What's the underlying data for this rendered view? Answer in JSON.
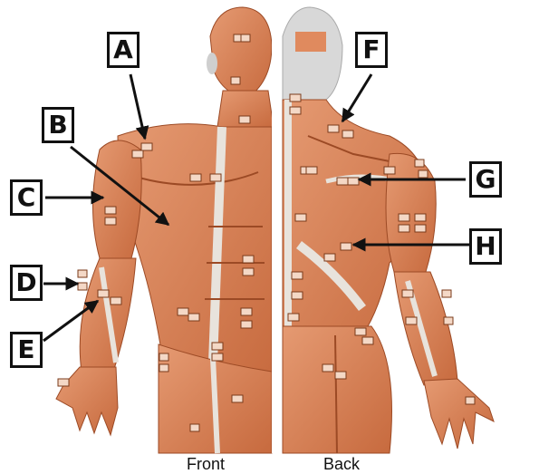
{
  "labels": {
    "A": "A",
    "B": "B",
    "C": "C",
    "D": "D",
    "E": "E",
    "F": "F",
    "G": "G",
    "H": "H"
  },
  "captions": {
    "front": "Front",
    "back": "Back"
  },
  "colors": {
    "muscle": "#d9825a",
    "muscle_dark": "#b8592f",
    "tendon": "#e8e3dc",
    "head_gray": "#d8d8d8",
    "divider": "#ffffff",
    "label_border": "#111111",
    "arrow": "#111111"
  }
}
